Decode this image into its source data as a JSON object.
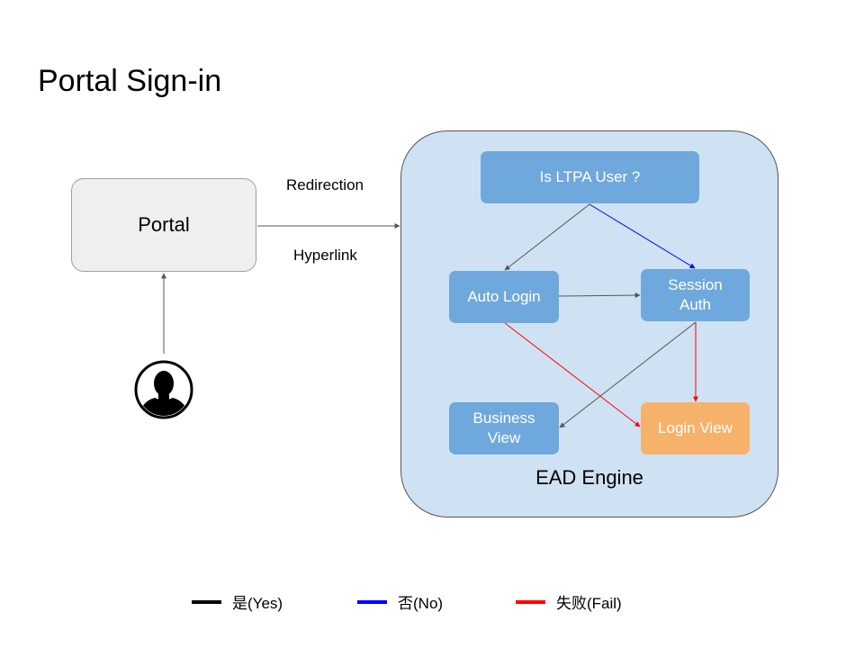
{
  "title": "Portal Sign-in",
  "portal": {
    "label": "Portal"
  },
  "edges": {
    "portal_to_engine_top": "Redirection",
    "portal_to_engine_bottom": "Hyperlink"
  },
  "engine": {
    "label": "EAD Engine",
    "nodes": {
      "is_ltpa_user": "Is LTPA User ?",
      "auto_login": "Auto Login",
      "session_auth": "Session\nAuth",
      "business_view": "Business\nView",
      "login_view": "Login View"
    }
  },
  "user_icon": "user-avatar-icon",
  "legend": [
    {
      "label": "是(Yes)",
      "color": "#000000"
    },
    {
      "label": "否(No)",
      "color": "#0000ff"
    },
    {
      "label": "失败(Fail)",
      "color": "#ff0000"
    }
  ],
  "colors": {
    "line_yes": "#555555",
    "line_no": "#0000ff",
    "line_fail": "#ff0000",
    "node_blue": "#6fa8dc",
    "node_orange": "#f6b26b",
    "engine_fill": "#cfe2f3",
    "portal_fill": "#efefef"
  }
}
